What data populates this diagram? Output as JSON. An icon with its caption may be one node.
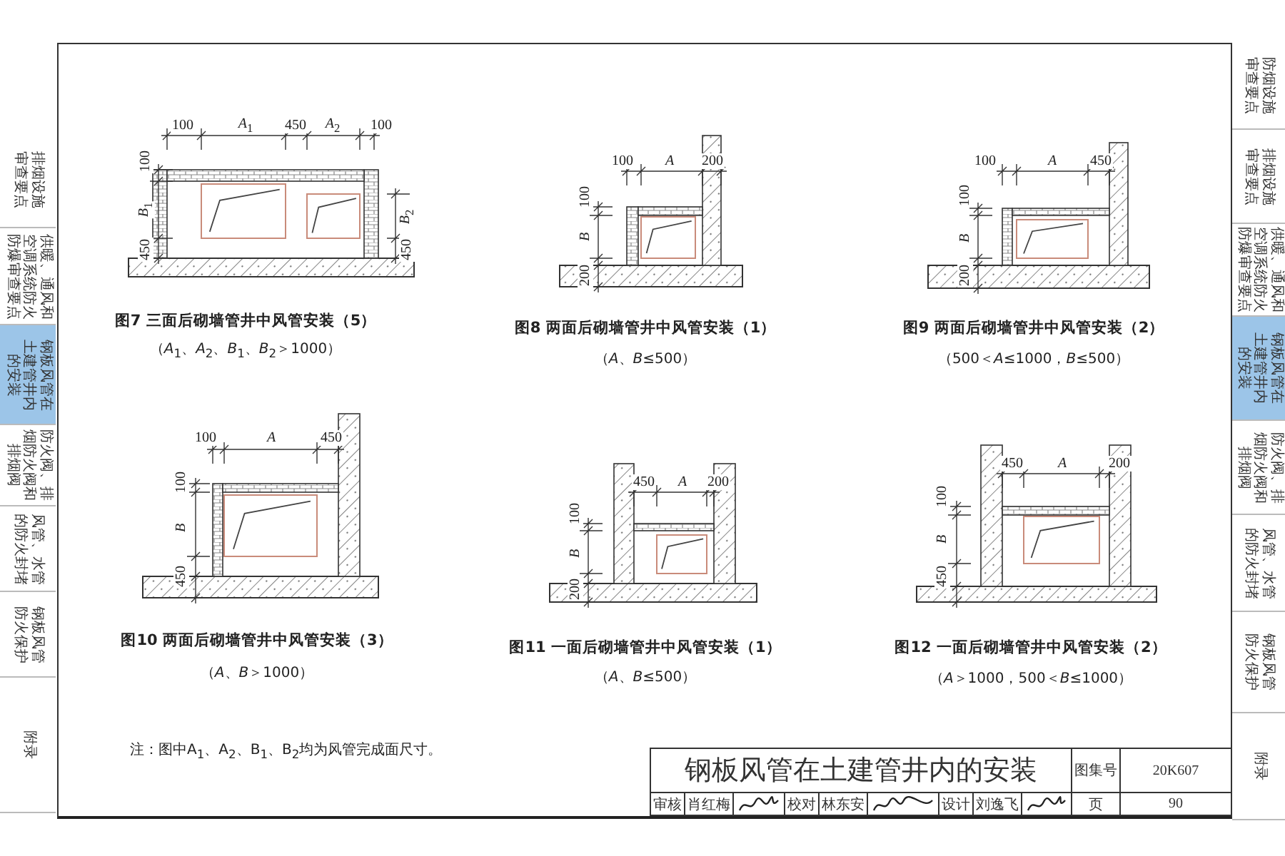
{
  "diagram": {
    "nodes": [
      {
        "text": [
          "排烟设施审查要点"
        ]
      },
      {
        "text": [
          "供暖、通风和空调系统防火防爆审查要点"
        ]
      },
      {
        "text": [
          "钢板风管在土建管井内的安装"
        ]
      },
      {
        "text": [
          "防火阀、排烟防火阀和排烟阀"
        ]
      },
      {
        "text": [
          "风管、水管的防火封堵"
        ]
      },
      {
        "text": [
          "钢板风管防火保护"
        ]
      },
      {
        "text": [
          "附录"
        ]
      },
      {
        "text": [
          "防烟设施审查要点"
        ]
      },
      {
        "text": [
          "排烟设施审查要点"
        ]
      },
      {
        "text": [
          "供暖、通风和空调系统防火防爆审查要点"
        ]
      },
      {
        "text": [
          "钢板风管在土建管井内的安装"
        ]
      },
      {
        "text": [
          "防火阀、排烟防火阀和排烟阀"
        ]
      },
      {
        "text": [
          "风管、水管的防火封堵"
        ]
      },
      {
        "text": [
          "钢板风管防火保护"
        ]
      },
      {
        "text": [
          "附录"
        ]
      }
    ],
    "labels": [
      "100",
      "*A*$_{1}$",
      "450",
      "*A*$_{2}$",
      "100",
      "100",
      "*B*$_{1}$",
      "450",
      "*B*$_{2}$",
      "450",
      "图7 三面后砌墙管井中风管安装（5）",
      "（*A*$_{1}$、*A*$_{2}$、*B*$_{1}$、*B*$_{2}$＞1000）",
      "100",
      "*A*",
      "200",
      "100",
      "*B*",
      "200",
      "图8 两面后砌墙管井中风管安装（1）",
      "（*A*、*B*≤500）",
      "100",
      "*A*",
      "450",
      "100",
      "*B*",
      "200",
      "图9 两面后砌墙管井中风管安装（2）",
      "（500＜*A*≤1000，*B*≤500）",
      "100",
      "*A*",
      "450",
      "100",
      "*B*",
      "450",
      "图10 两面后砌墙管井中风管安装（3）",
      "（*A*、*B*＞1000）",
      "450",
      "*A*",
      "200",
      "100",
      "*B*",
      "200",
      "图11 一面后砌墙管井中风管安装（1）",
      "（*A*、*B*≤500）",
      "450",
      "*A*",
      "200",
      "100",
      "*B*",
      "450",
      "图12 一面后砌墙管井中风管安装（2）",
      "（*A*＞1000，500＜*B*≤1000）",
      "注：图中A$_{1}$、A$_{2}$、B$_{1}$、B$_{2}$均为风管完成面尺寸。",
      "钢板风管在土建管井内的安装",
      "图集号",
      "20K607",
      "审核",
      "肖红梅",
      "校对",
      "林东安",
      "设计",
      "刘逸飞",
      "页",
      "90"
    ]
  }
}
